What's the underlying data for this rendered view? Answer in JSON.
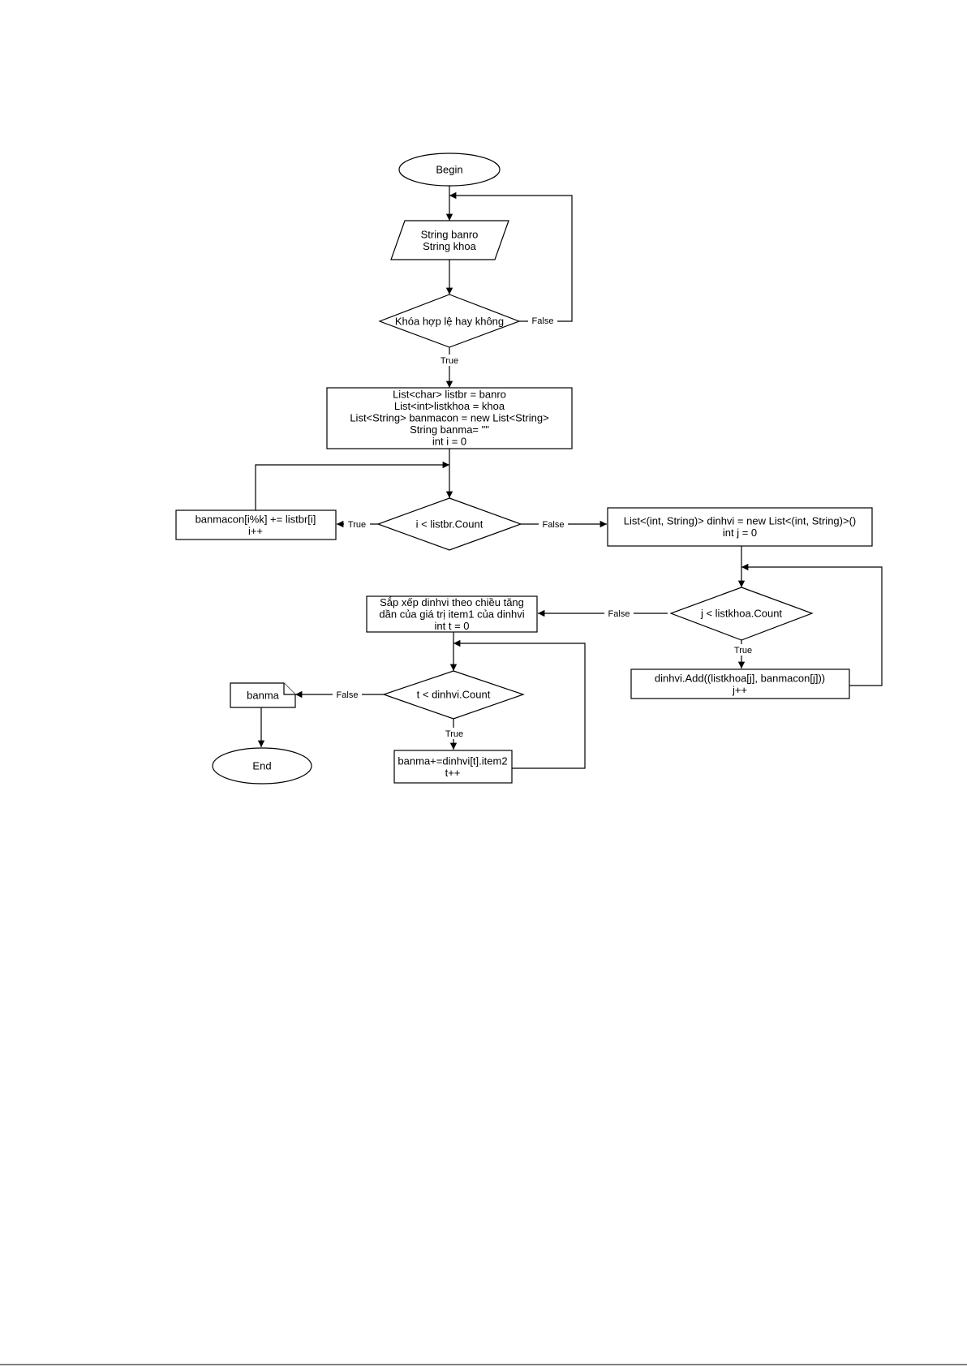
{
  "nodes": {
    "begin": {
      "lines": [
        "Begin"
      ]
    },
    "input": {
      "lines": [
        "String banro",
        "String khoa"
      ]
    },
    "check_key": {
      "lines": [
        "Khóa hợp lệ hay không"
      ]
    },
    "init": {
      "lines": [
        "List<char> listbr = banro",
        "List<int>listkhoa = khoa",
        "List<String> banmacon = new List<String>",
        "String banma= \"\"",
        "int i = 0"
      ]
    },
    "cond_i": {
      "lines": [
        "i < listbr.Count"
      ]
    },
    "loop_i_body": {
      "lines": [
        "banmacon[i%k]  +=  listbr[i]",
        "i++"
      ]
    },
    "init_dinhvi": {
      "lines": [
        "List<(int, String)> dinhvi = new List<(int, String)>()",
        "int j = 0"
      ]
    },
    "cond_j": {
      "lines": [
        "j < listkhoa.Count"
      ]
    },
    "loop_j_body": {
      "lines": [
        "dinhvi.Add((listkhoa[j], banmacon[j]))",
        "j++"
      ]
    },
    "sort": {
      "lines": [
        "Sắp xếp dinhvi theo chiều tăng",
        "dần của giá trị item1 của dinhvi",
        "int t = 0"
      ]
    },
    "cond_t": {
      "lines": [
        "t < dinhvi.Count"
      ]
    },
    "loop_t_body": {
      "lines": [
        "banma+=dinhvi[t].item2",
        "t++"
      ]
    },
    "output": {
      "lines": [
        "banma"
      ]
    },
    "end": {
      "lines": [
        "End"
      ]
    }
  },
  "edge_labels": {
    "check_false": "False",
    "check_true": "True",
    "i_true": "True",
    "i_false": "False",
    "j_false": "False",
    "j_true": "True",
    "t_false": "False",
    "t_true": "True"
  }
}
